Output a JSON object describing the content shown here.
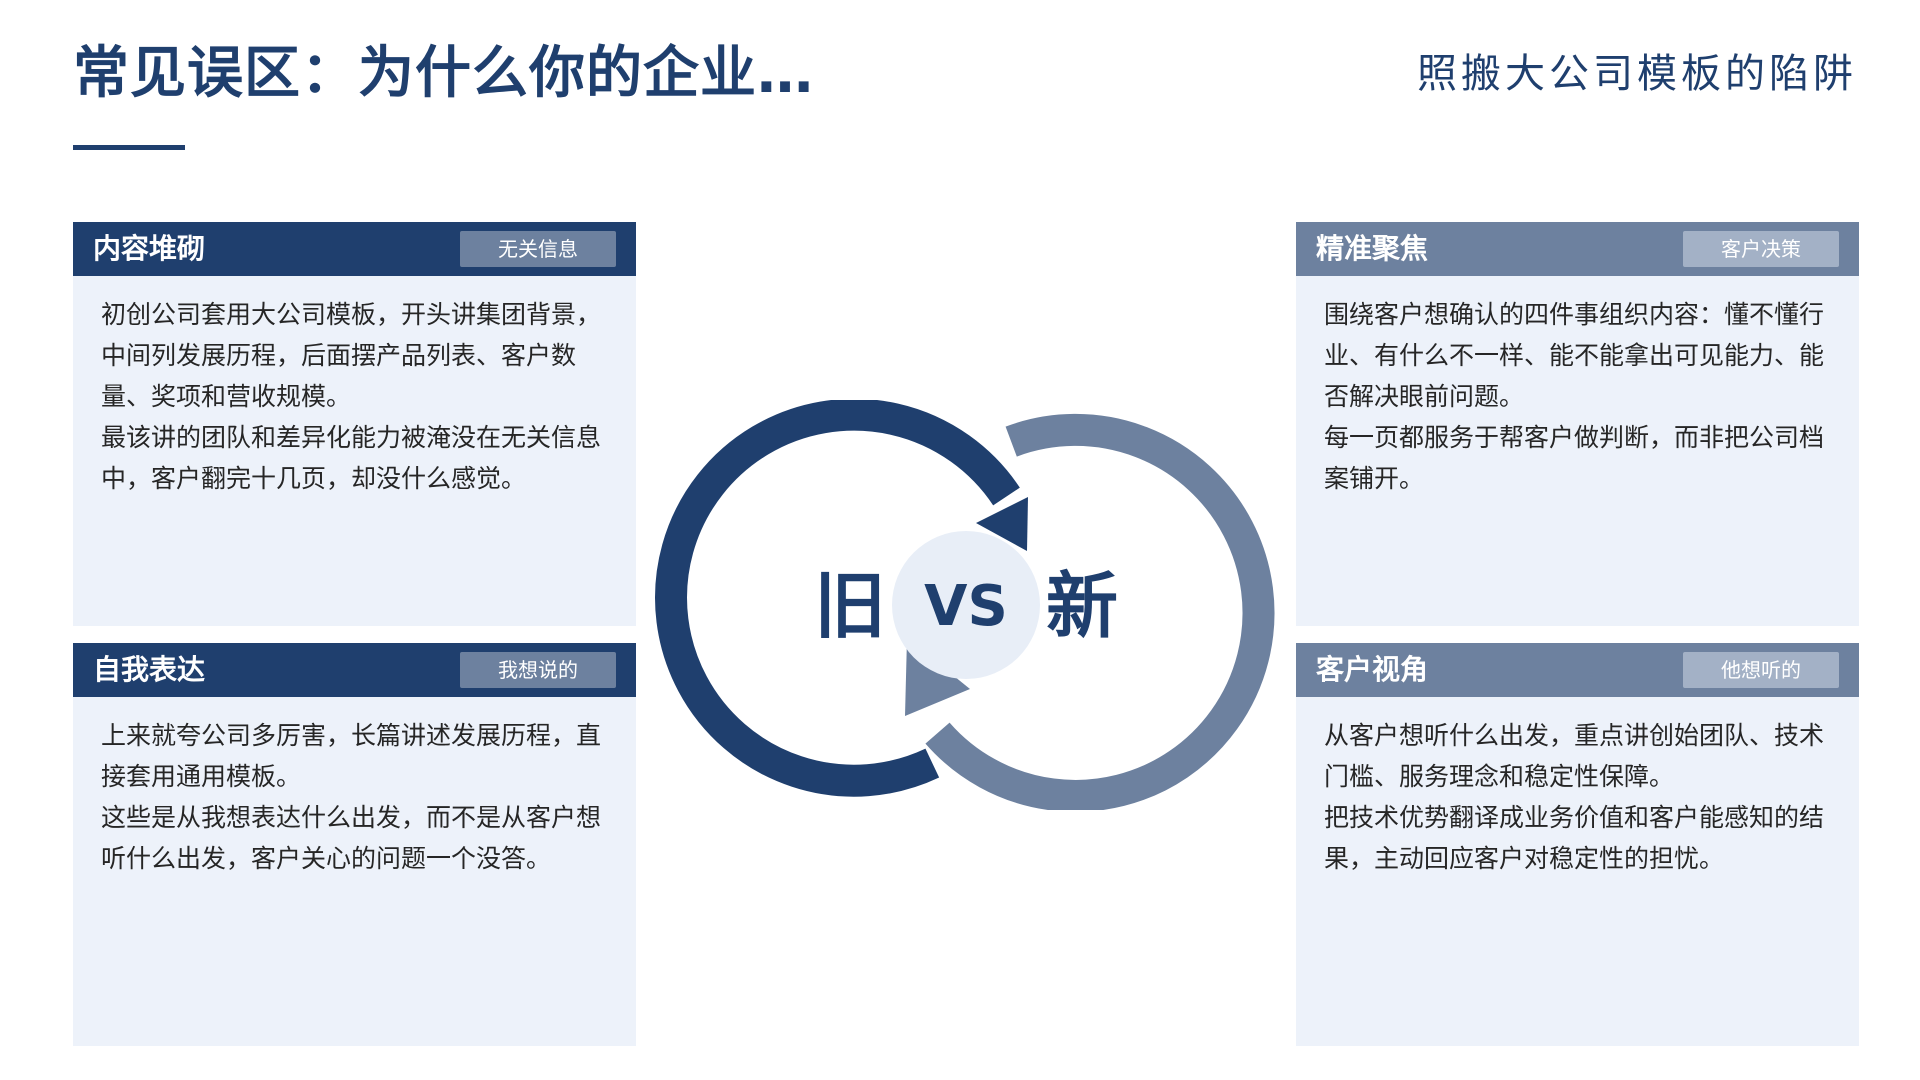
{
  "header": {
    "title": "常见误区：为什么你的企业…",
    "subtitle": "照搬大公司模板的陷阱"
  },
  "cards": [
    {
      "title": "内容堆砌",
      "tag": "无关信息",
      "paragraphs": [
        "初创公司套用大公司模板，开头讲集团背景，中间列发展历程，后面摆产品列表、客户数量、奖项和营收规模。",
        "最该讲的团队和差异化能力被淹没在无关信息中，客户翻完十几页，却没什么感觉。"
      ]
    },
    {
      "title": "自我表达",
      "tag": "我想说的",
      "paragraphs": [
        "上来就夸公司多厉害，长篇讲述发展历程，直接套用通用模板。",
        "这些是从我想表达什么出发，而不是从客户想听什么出发，客户关心的问题一个没答。"
      ]
    },
    {
      "title": "精准聚焦",
      "tag": "客户决策",
      "paragraphs": [
        "围绕客户想确认的四件事组织内容：懂不懂行业、有什么不一样、能不能拿出可见能力、能否解决眼前问题。",
        "每一页都服务于帮客户做判断，而非把公司档案铺开。"
      ]
    },
    {
      "title": "客户视角",
      "tag": "他想听的",
      "paragraphs": [
        "从客户想听什么出发，重点讲创始团队、技术门槛、服务理念和稳定性保障。",
        "把技术优势翻译成业务价值和客户能感知的结果，主动回应客户对稳定性的担忧。"
      ]
    }
  ],
  "center": {
    "old_label": "旧",
    "vs_label": "VS",
    "new_label": "新"
  },
  "colors": {
    "primary": "#1f3f6e",
    "secondary": "#6d819f",
    "card_bg": "#edf2fa"
  }
}
